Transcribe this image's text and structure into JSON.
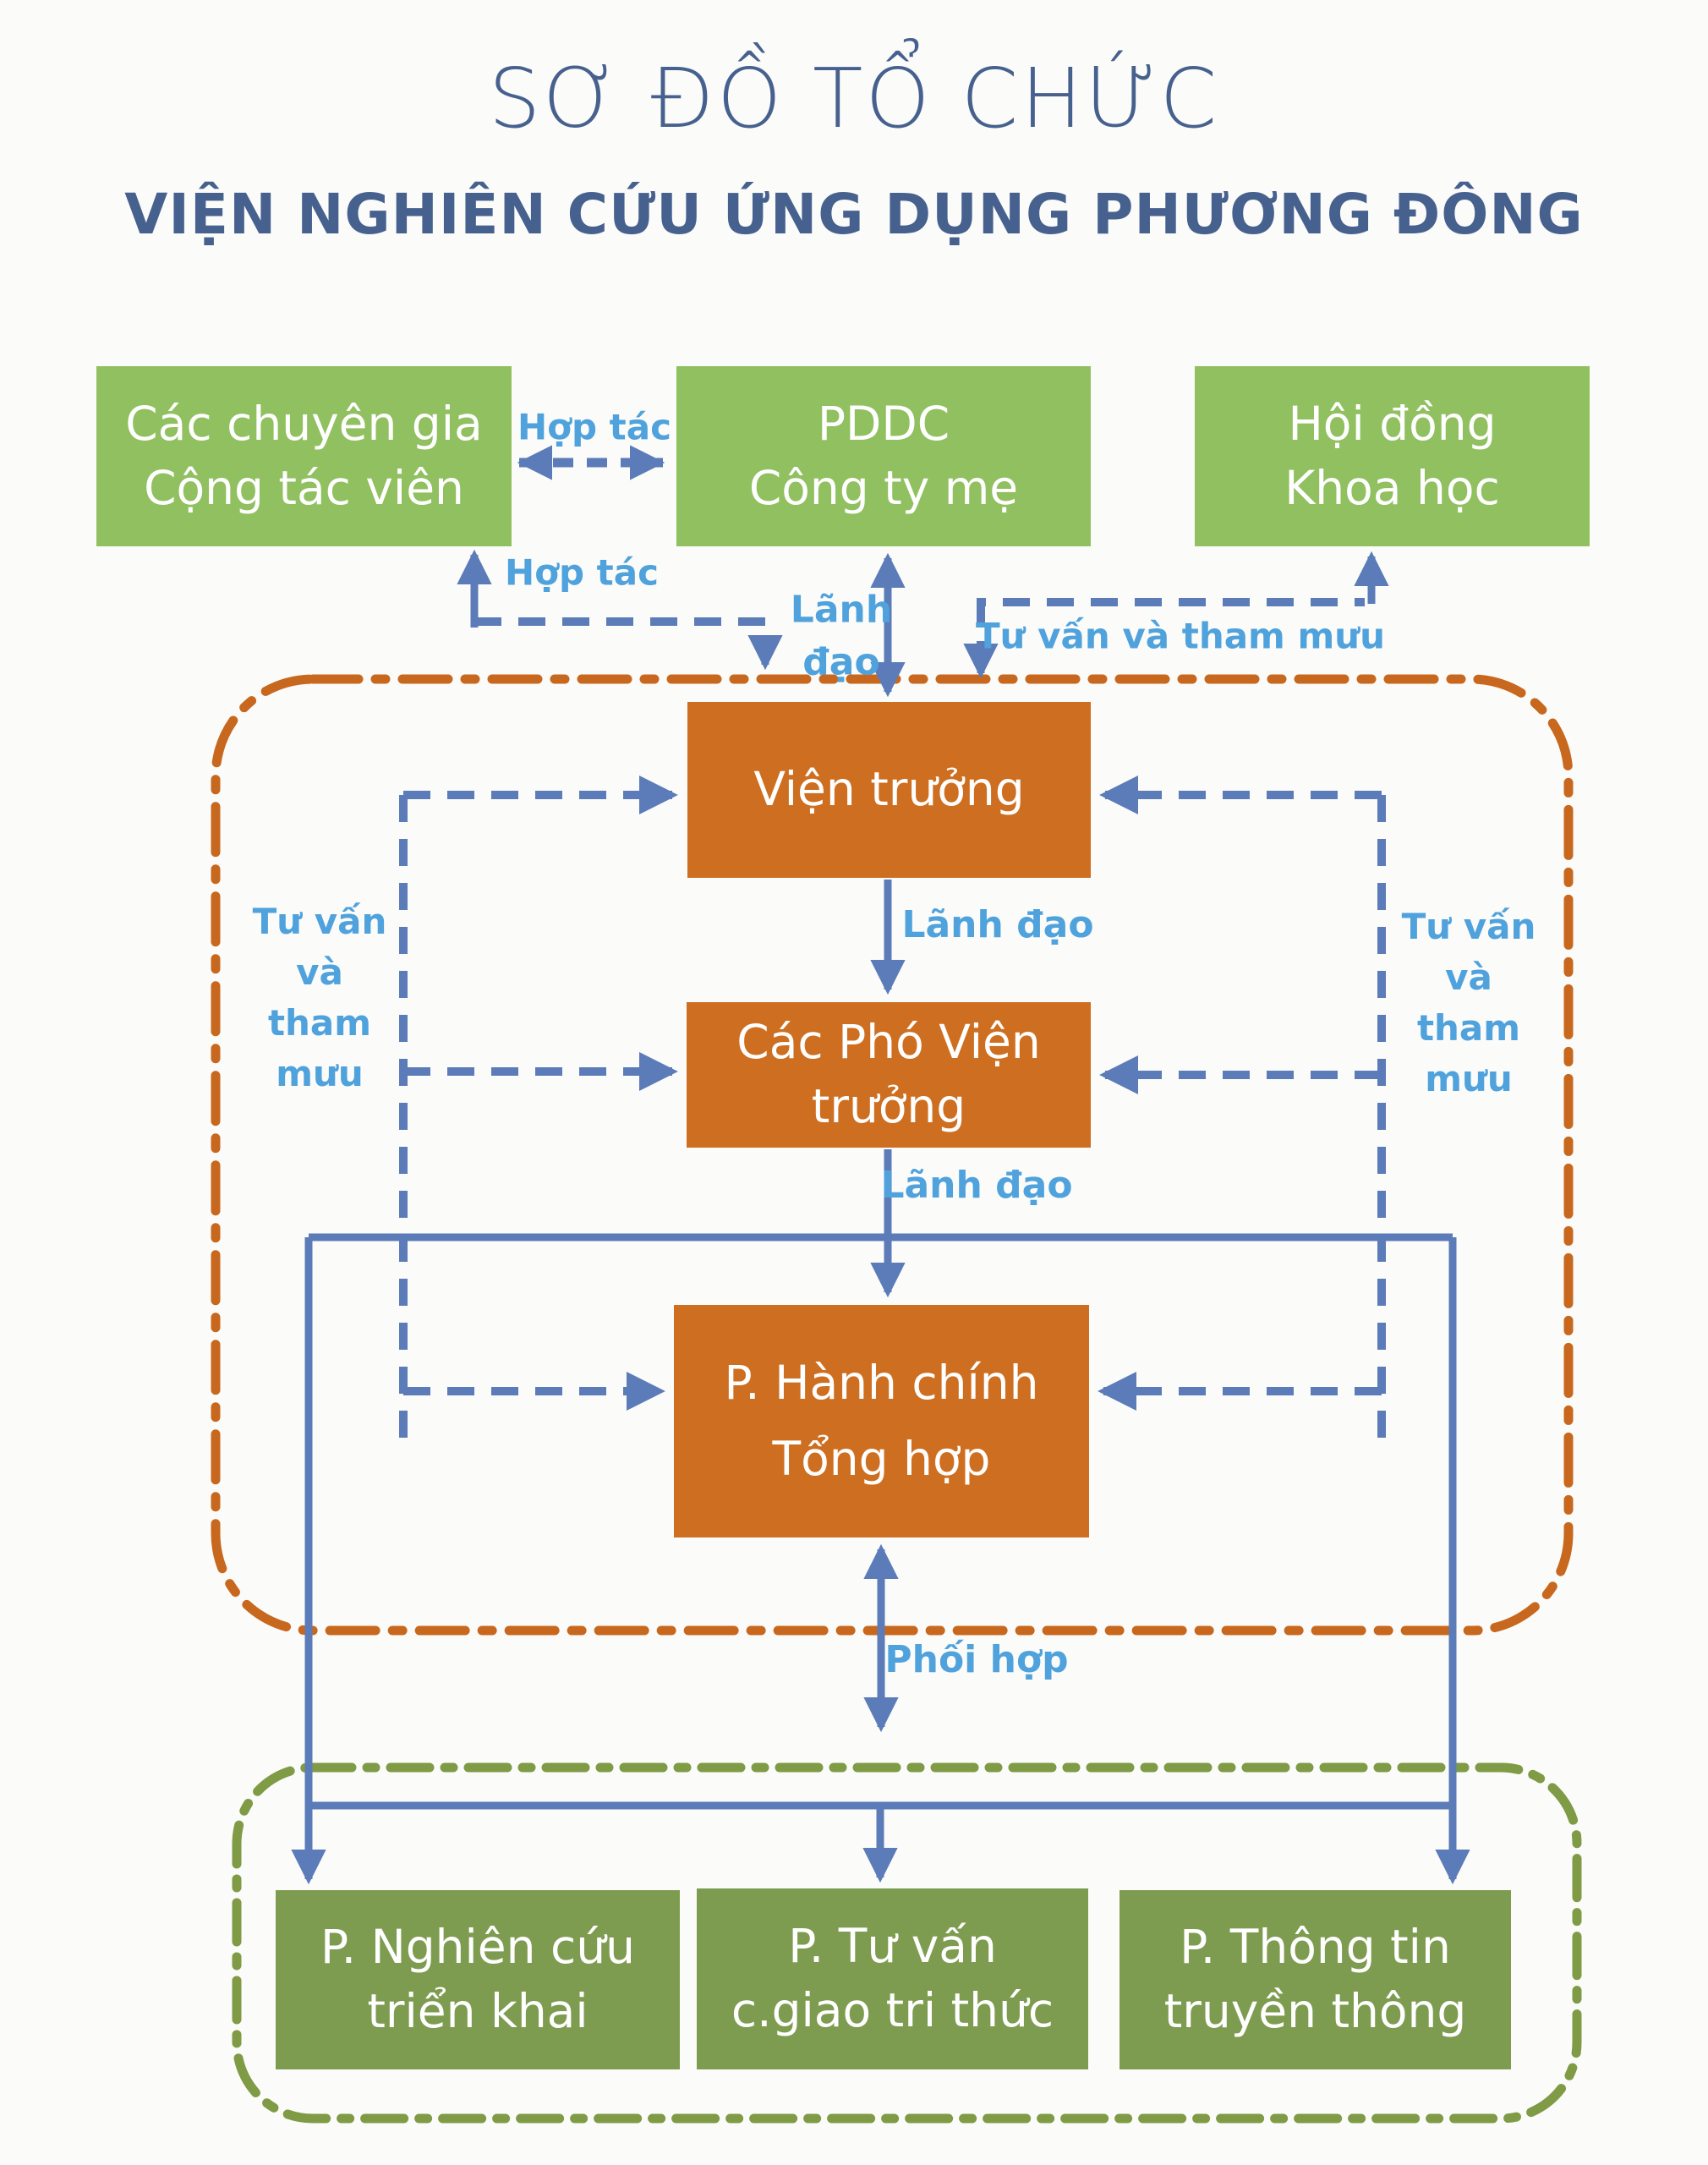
{
  "title": {
    "heading": "SƠ ĐỒ TỔ CHỨC",
    "subheading": "VIỆN NGHIÊN CỨU ỨNG DỤNG PHƯƠNG ĐÔNG"
  },
  "nodes": {
    "experts": "Các chuyên gia\nCộng tác viên",
    "parent_company": "PDDC\nCông ty mẹ",
    "science_council": "Hội đồng\nKhoa học",
    "director": "Viện trưởng",
    "deputy_directors": "Các Phó Viện\ntrưởng",
    "admin_office": "P. Hành chính\nTổng hợp",
    "research_office": "P. Nghiên cứu\ntriển khai",
    "consulting_office": "P. Tư vấn\nc.giao tri thức",
    "media_office": "P. Thông tin\ntruyền thông"
  },
  "edges": {
    "cooperation_1": "Hợp tác",
    "cooperation_2": "Hợp tác",
    "leadership_top": "Lãnh\nđạo",
    "advisory_top": "Tư vấn và tham mưu",
    "leadership_1": "Lãnh đạo",
    "leadership_2": "Lãnh đạo",
    "advisory_left": "Tư vấn\nvà\ntham\nmưu",
    "advisory_right": "Tư vấn\nvà\ntham\nmưu",
    "coordination": "Phối hợp"
  },
  "colors": {
    "title": "#47618F",
    "green_box": "#90C05F",
    "orange_box": "#CE6E20",
    "olive_box": "#7E9C50",
    "orange_border": "#C8681E",
    "olive_border": "#7F9B45",
    "arrow_blue": "#5B7CB8",
    "label_blue": "#50A2DD",
    "box_text": "#FFFFFF",
    "background": "#FBFBF9"
  }
}
